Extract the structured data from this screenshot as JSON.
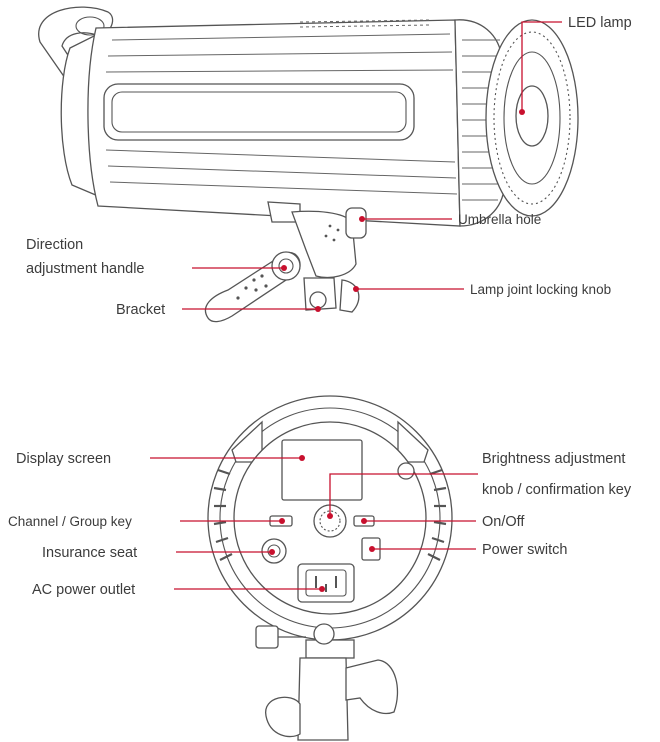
{
  "labels": {
    "led_lamp": "LED lamp",
    "umbrella_hole": "Umbrella hole",
    "direction_handle_1": "Direction",
    "direction_handle_2": "adjustment handle",
    "lamp_joint_knob": "Lamp joint locking knob",
    "bracket": "Bracket",
    "display_screen": "Display screen",
    "brightness_knob_1": "Brightness adjustment",
    "brightness_knob_2": "knob / confirmation key",
    "channel_group_key": "Channel / Group key",
    "on_off": "On/Off",
    "insurance_seat": "Insurance seat",
    "power_switch": "Power  switch",
    "ac_power_outlet": "AC power outlet"
  },
  "colors": {
    "leader": "#c8102e",
    "outline": "#555555",
    "text": "#3c3c3c"
  }
}
